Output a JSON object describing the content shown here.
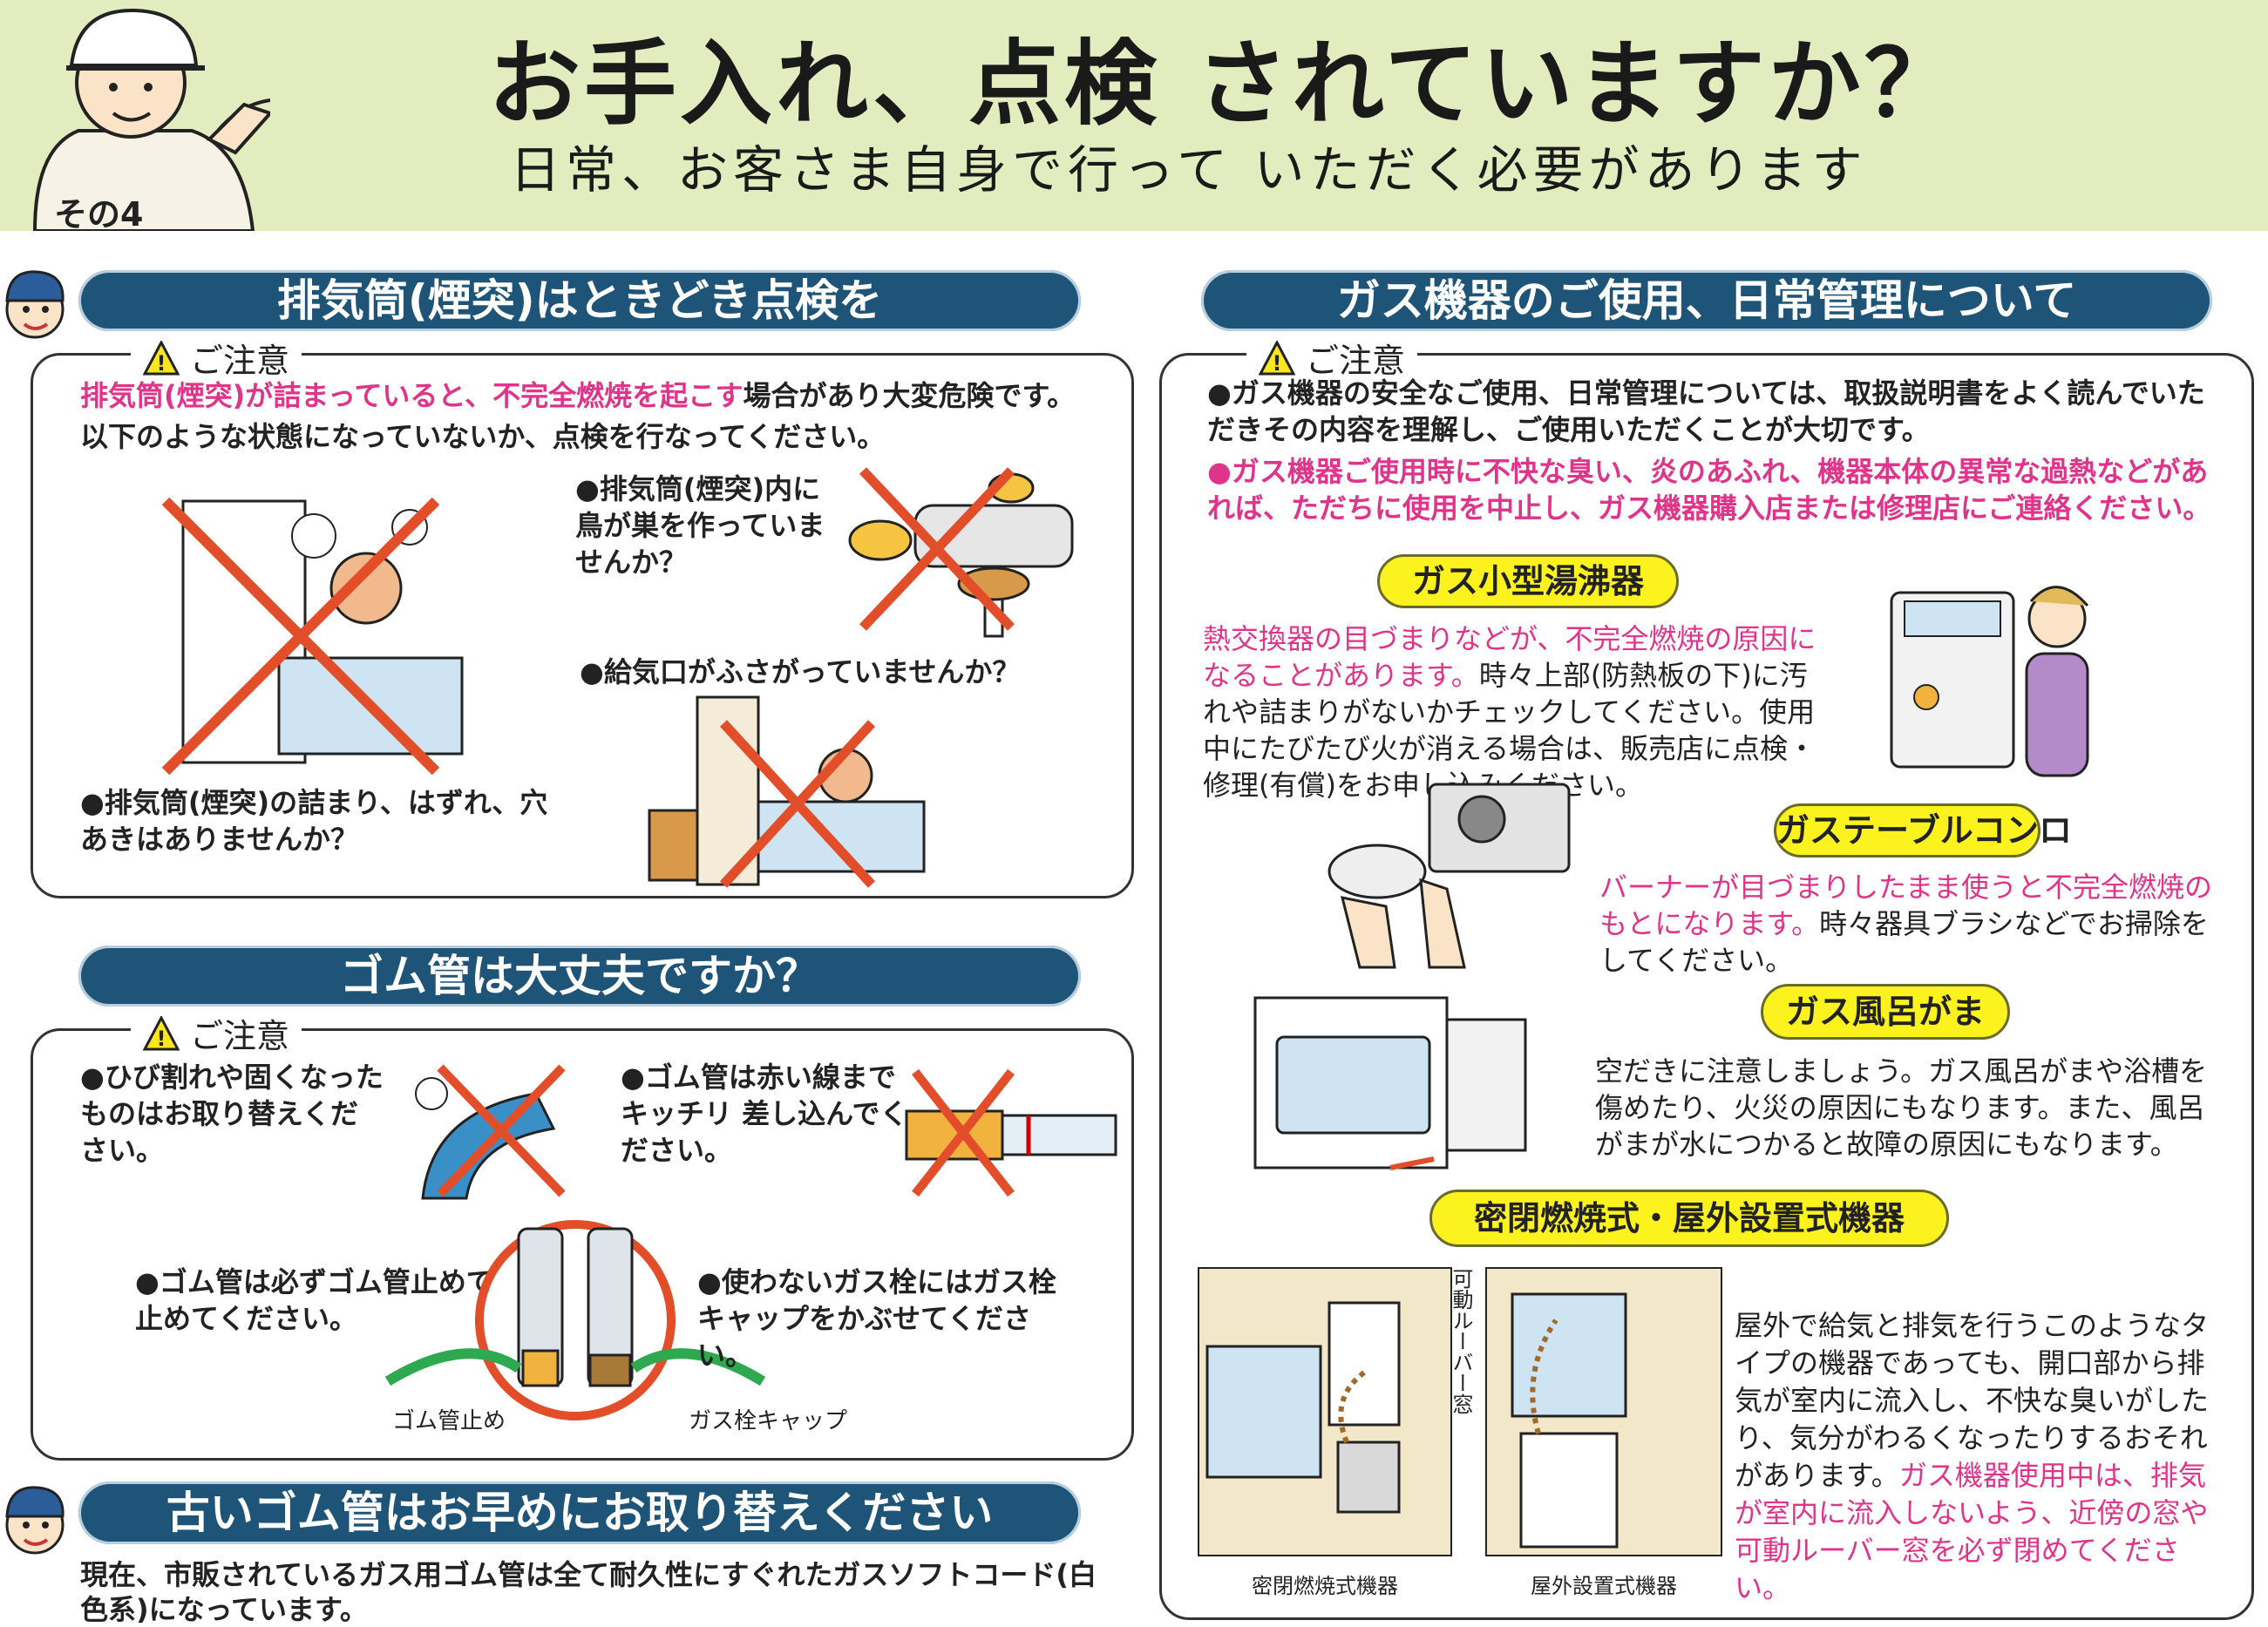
{
  "header": {
    "title": "お手入れ、点検 されていますか？",
    "subtitle": "日常、お客さま自身で行って いただく必要があります",
    "badge": "その4"
  },
  "section1": {
    "banner": "排気筒(煙突)はときどき点検を",
    "notice": "ご注意",
    "warning_pink": "排気筒(煙突)が詰まっていると、不完全燃焼を起こす",
    "warning_rest": "場合があり大変危険です。",
    "line2": "以下のような状態になっていないか、点検を行なってください。",
    "bullet1": "●排気筒(煙突)内に鳥が巣を作っていませんか？",
    "bullet2": "●給気口がふさがっていませんか？",
    "bullet3": "●排気筒(煙突)の詰まり、はずれ、穴あきはありませんか？"
  },
  "section2": {
    "banner": "ゴム管は大丈夫ですか？",
    "notice": "ご注意",
    "bullet1": "●ひび割れや固くなったものはお取り替えください。",
    "bullet2": "●ゴム管は赤い線までキッチリ 差し込んでください。",
    "bullet3": "●ゴム管は必ずゴム管止めで止めてください。",
    "bullet4": "●使わないガス栓にはガス栓キャップをかぶせてください。",
    "label_stop": "ゴム管止め",
    "label_cap": "ガス栓キャップ"
  },
  "section3": {
    "banner": "古いゴム管はお早めにお取り替えください",
    "text": "現在、市販されているガス用ゴム管は全て耐久性にすぐれたガスソフトコード(白色系)になっています。"
  },
  "section4": {
    "banner": "ガス機器のご使用、日常管理について",
    "notice": "ご注意",
    "bullet1": "●ガス機器の安全なご使用、日常管理については、取扱説明書をよく読んでいただきその内容を理解し、ご使用いただくことが大切です。",
    "bullet2": "●ガス機器ご使用時に不快な臭い、炎のあふれ、機器本体の異常な過熱などがあれば、ただちに使用を中止し、ガス機器購入店または修理店にご連絡ください。",
    "water_heater": {
      "label": "ガス小型湯沸器",
      "pink": "熱交換器の目づまりなどが、不完全燃焼の原因になることがあります。",
      "text": "時々上部(防熱板の下)に汚れや詰まりがないかチェックしてください。使用中にたびたび火が消える場合は、販売店に点検・修理(有償)をお申し込みください。"
    },
    "stove": {
      "label": "ガステーブルコンロ",
      "pink": "バーナーが目づまりしたまま使うと不完全燃焼のもとになります。",
      "text": "時々器具ブラシなどでお掃除をしてください。"
    },
    "bath": {
      "label": "ガス風呂がま",
      "text": "空だきに注意しましょう。ガス風呂がまや浴槽を傷めたり、火災の原因にもなります。また、風呂がまが水につかると故障の原因にもなります。"
    },
    "sealed": {
      "label": "密閉燃焼式・屋外設置式機器",
      "text": "屋外で給気と排気を行うこのようなタイプの機器であっても、開口部から排気が室内に流入し、不快な臭いがしたり、気分がわるくなったりするおそれがあります。",
      "pink": "ガス機器使用中は、排気が室内に流入しないよう、近傍の窓や可動ルーバー窓を必ず閉めてください。",
      "caption_left": "密閉燃焼式機器",
      "caption_right": "屋外設置式機器",
      "louver": "可動ルーバー窓"
    }
  },
  "colors": {
    "header_bg": "#e3ecbf",
    "banner": "#1d5478",
    "pink": "#e0338a",
    "pill": "#fbf21e",
    "cross": "#e24e2a"
  }
}
